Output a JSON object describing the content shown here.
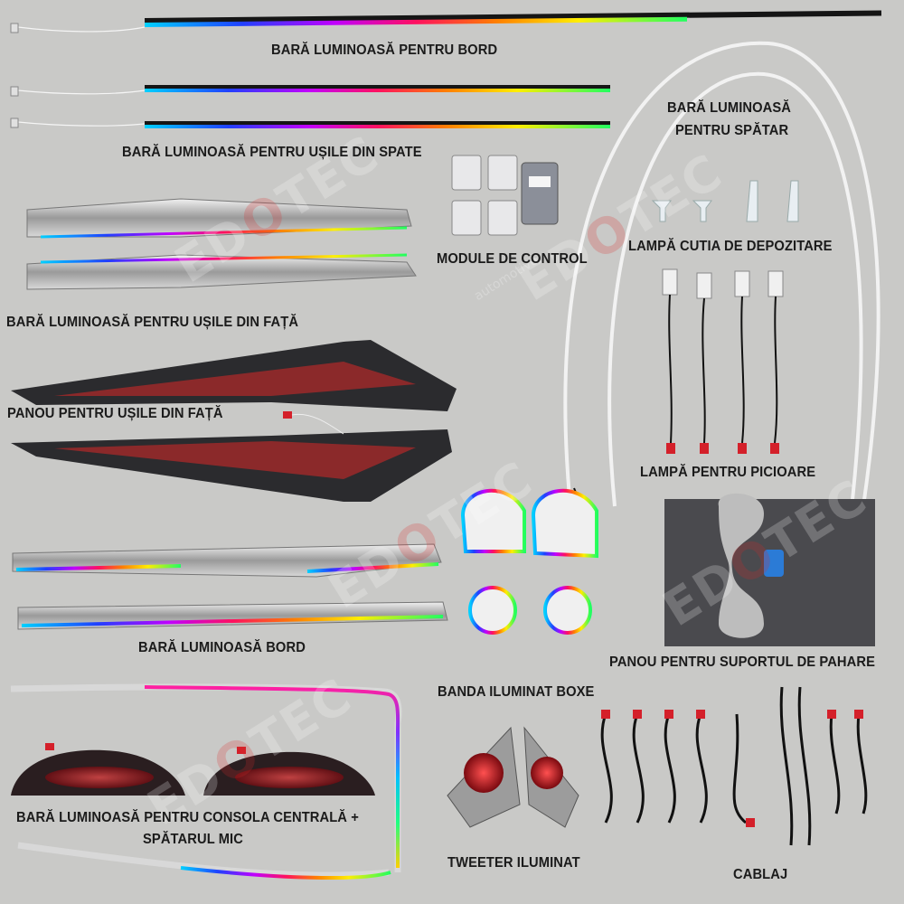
{
  "labels": {
    "dash_bar": "BARĂ LUMINOASĂ PENTRU BORD",
    "rear_doors": "BARĂ LUMINOASĂ PENTRU UȘILE DIN SPATE",
    "seatback_1": "BARĂ LUMINOASĂ",
    "seatback_2": "PENTRU SPĂTAR",
    "control_modules": "MODULE DE CONTROL",
    "storage_lamp": "LAMPĂ CUTIA DE DEPOZITARE",
    "front_doors_bar": "BARĂ LUMINOASĂ PENTRU UȘILE DIN FAȚĂ",
    "front_door_panel": "PANOU PENTRU UȘILE DIN FAȚĂ",
    "foot_lamp": "LAMPĂ PENTRU PICIOARE",
    "dash_bar_2": "BARĂ LUMINOASĂ BORD",
    "cup_holder_panel": "PANOU PENTRU SUPORTUL DE PAHARE",
    "speaker_band": "BANDA ILUMINAT BOXE",
    "console_1": "BARĂ LUMINOASĂ PENTRU CONSOLA CENTRALĂ +",
    "console_2": "SPĂTARUL MIC",
    "tweeter": "TWEETER ILUMINAT",
    "wiring": "CABLAJ"
  },
  "watermark": {
    "brand_a": "ED",
    "brand_o": "O",
    "brand_b": "TEC",
    "sub": "automotive"
  },
  "colors": {
    "background": "#c9c9c7",
    "label_text": "#1b1b1b",
    "strip_dark": "#151515",
    "panel_dark": "#2b2b2e",
    "panel_red": "#b52a2a",
    "connector_red": "#d4202a",
    "module_blue": "#2b7bd6"
  }
}
